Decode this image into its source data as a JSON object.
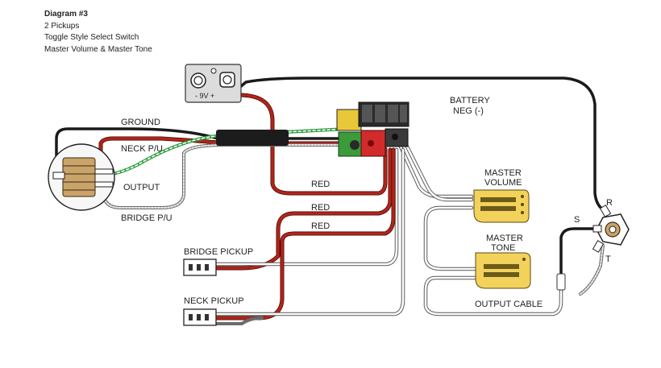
{
  "header": {
    "title": "Diagram #3",
    "line1": "2 Pickups",
    "line2": "Toggle Style Select Switch",
    "line3": "Master Volume & Master Tone"
  },
  "battery": {
    "label": "- 9V +"
  },
  "labels": {
    "ground": "GROUND",
    "neck_pu": "NECK P/U",
    "output": "OUTPUT",
    "bridge_pu": "BRIDGE P/U",
    "battery_neg_1": "BATTERY",
    "battery_neg_2": "NEG (-)",
    "red_1": "RED",
    "red_2": "RED",
    "red_3": "RED",
    "master_volume_1": "MASTER",
    "master_volume_2": "VOLUME",
    "master_tone_1": "MASTER",
    "master_tone_2": "TONE",
    "bridge_pickup": "BRIDGE PICKUP",
    "neck_pickup": "NECK PICKUP",
    "output_cable": "OUTPUT CABLE",
    "jack_r": "R",
    "jack_s": "S",
    "jack_t": "T"
  },
  "colors": {
    "black_wire": "#1a1a1a",
    "red_wire": "#b42318",
    "green_wire": "#2f9a3f",
    "white_wire": "#ffffff",
    "pot_yellow": "#f2d25a"
  }
}
